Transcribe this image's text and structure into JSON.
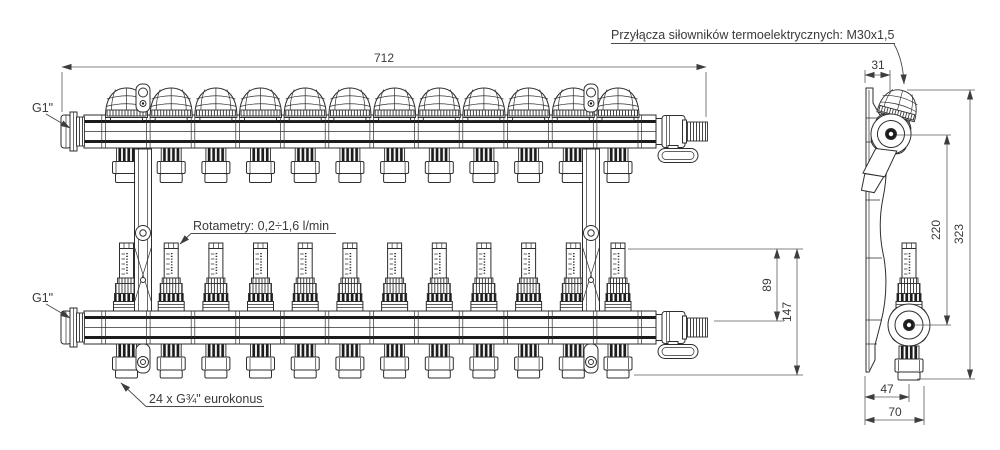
{
  "drawing": {
    "labels": {
      "actuators": "Przyłącza siłowników termoelektrycznych: M30x1,5",
      "rotameters": "Rotametry: 0,2÷1,6 l/min",
      "eurokonus": "24 x G¾\" eurokonus",
      "inlet_top": "G1\"",
      "inlet_bottom": "G1\""
    },
    "dimensions": {
      "overall_length": "712",
      "flowmeter_height": "89",
      "overall_height_front": "147",
      "side_top_offset": "31",
      "manifold_axis_distance": "220",
      "overall_height_side": "323",
      "axis_depth": "47",
      "overall_depth": "70"
    },
    "counts": {
      "circuits": 12
    },
    "colors": {
      "line": "#2e2e2e",
      "dim_line": "#5a5a5a",
      "dark_fill": "#1c1c1c",
      "background": "#ffffff"
    }
  }
}
